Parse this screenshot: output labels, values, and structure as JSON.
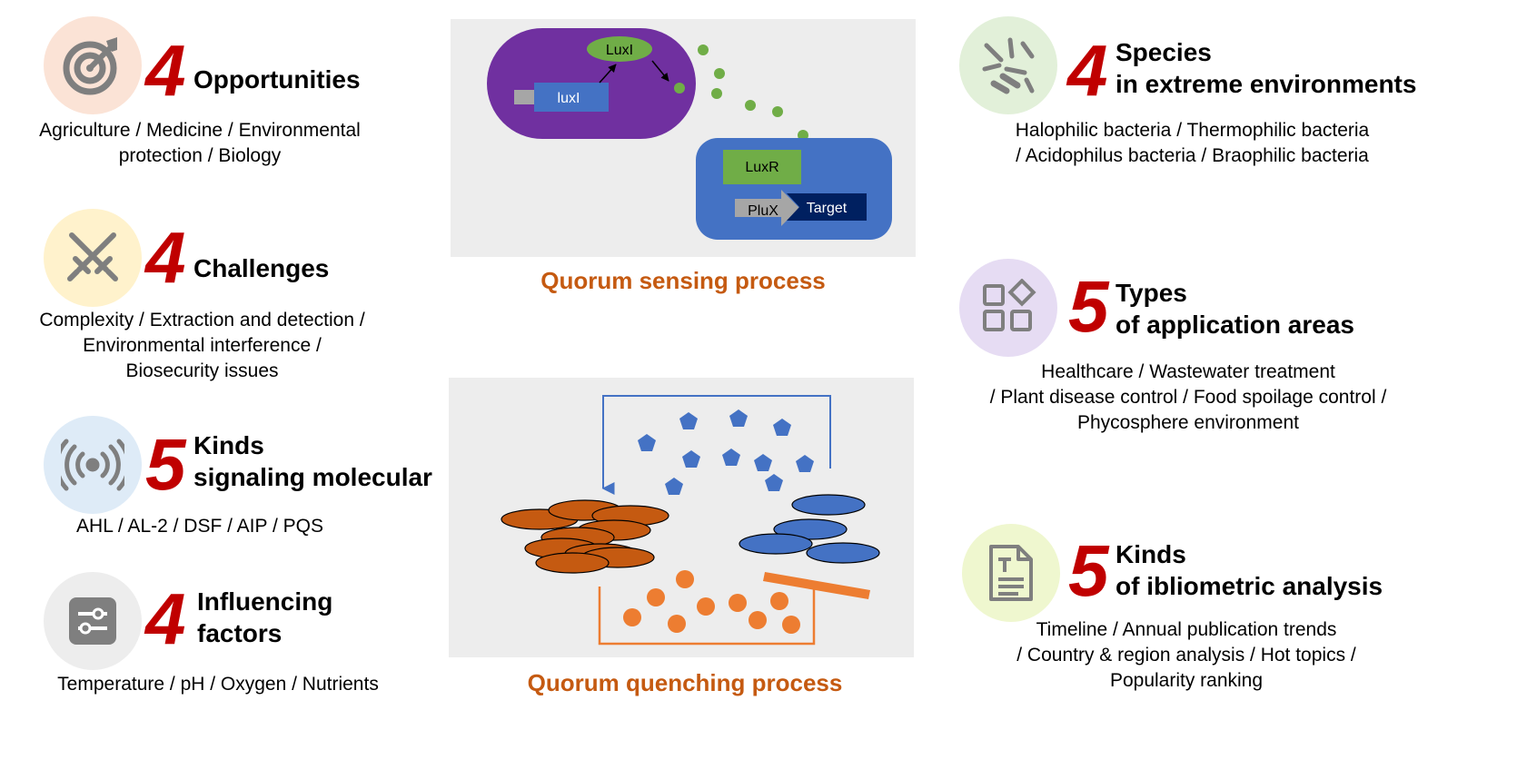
{
  "colors": {
    "number_red": "#c00000",
    "caption_orange": "#c55a11",
    "qs_purple": "#7030a0",
    "qs_blue": "#4472c4",
    "signal_green": "#70ad47",
    "bacteria_orange": "#c55a11",
    "qq_blue": "#4472c4",
    "qq_orange": "#ed7d31"
  },
  "left": [
    {
      "number": "4",
      "title": "Opportunities",
      "lines": [
        "Agriculture  / Medicine  / Environmental",
        "protection /  Biology"
      ],
      "icon": "target-icon"
    },
    {
      "number": "4",
      "title": "Challenges",
      "lines": [
        "Complexity  / Extraction and detection /",
        "Environmental  interference /",
        "Biosecurity issues"
      ],
      "icon": "crossed-swords-icon"
    },
    {
      "number": "5",
      "title_lines": [
        "Kinds",
        "signaling molecular"
      ],
      "lines": [
        "AHL / AL-2 / DSF / AIP / PQS"
      ],
      "icon": "signal-icon"
    },
    {
      "number": "4",
      "title_lines": [
        "Influencing",
        "factors"
      ],
      "lines": [
        "Temperature  / pH / Oxygen  / Nutrients"
      ],
      "icon": "sliders-icon"
    }
  ],
  "right": [
    {
      "number": "4",
      "title_lines": [
        "Species",
        "in extreme environments"
      ],
      "lines": [
        "Halophilic  bacteria / Thermophilic  bacteria",
        "/ Acidophilus  bacteria / Braophilic bacteria"
      ],
      "icon": "bacteria-icon"
    },
    {
      "number": "5",
      "title_lines": [
        "Types",
        "of application areas"
      ],
      "lines": [
        "Healthcare / Wastewater treatment",
        "/ Plant disease control / Food spoilage control /",
        "Phycosphere environment"
      ],
      "icon": "apps-icon"
    },
    {
      "number": "5",
      "title_lines": [
        "Kinds",
        "of ibliometric analysis"
      ],
      "lines": [
        "Timeline / Annual publication  trends",
        "/ Country & region analysis / Hot topics /",
        "Popularity  ranking"
      ],
      "icon": "document-icon"
    }
  ],
  "qs": {
    "caption": "Quorum sensing process",
    "luxI_protein": "LuxI",
    "luxI_gene": "luxI",
    "luxR": "LuxR",
    "plux": "PluX",
    "target": "Target"
  },
  "qq": {
    "caption": "Quorum quenching process"
  }
}
